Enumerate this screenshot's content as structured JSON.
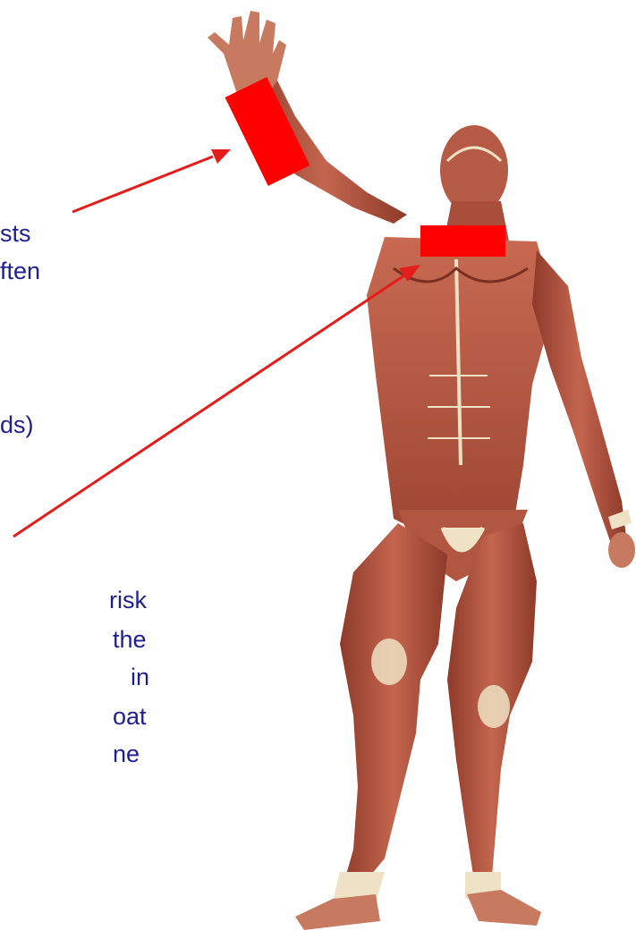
{
  "text_fragments": [
    "sts",
    "ften",
    "ds)",
    "risk",
    "the",
    "in",
    "oat",
    "ne"
  ],
  "colors": {
    "text": "#1f1f8f",
    "marker": "#ff0000",
    "arrow": "#e51c1c",
    "muscle": "#c4664f",
    "muscle_dark": "#8e3a2a",
    "tendon": "#efe2c4"
  },
  "figure": {
    "subject": "anatomical muscle figure, arm raised"
  },
  "markers": [
    "wrist-marker",
    "neck-marker"
  ],
  "arrows": [
    "arrow-to-wrist",
    "arrow-to-neck"
  ]
}
